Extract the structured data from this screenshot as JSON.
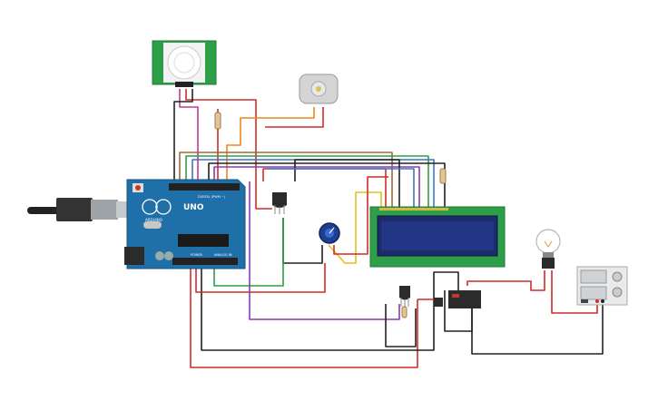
{
  "board": {
    "logo": "UNO",
    "digital_label": "DIGITAL (PWM ~)",
    "power_label": "POWER",
    "analog_label": "ANALOG IN",
    "brand_mark": "ARDUINO"
  },
  "components": {
    "pir_sensor": "pir-motion-sensor-icon",
    "dc_motor": "dc-motor-icon",
    "lcd": "lcd-16x2-display-icon",
    "potentiometer": "potentiometer-icon",
    "temp_sensor": "temperature-sensor-icon",
    "transistor": "npn-transistor-icon",
    "relay": "relay-icon",
    "bulb": "light-bulb-icon",
    "power_supply": "power-supply-icon",
    "usb_cable": "usb-cable-icon"
  },
  "colors": {
    "board": "#1f6fa8",
    "pcb_green": "#2f9e49",
    "lcd_screen": "#1d2a6b",
    "wire_red": "#d22b2b",
    "wire_black": "#222222",
    "wire_orange": "#e58a1d",
    "wire_green": "#2ea043",
    "wire_purple": "#8b3ab0",
    "wire_blue": "#3a77c7",
    "wire_yellow": "#e3c21b",
    "wire_brown": "#9a6b3a",
    "wire_magenta": "#c43a8f"
  }
}
